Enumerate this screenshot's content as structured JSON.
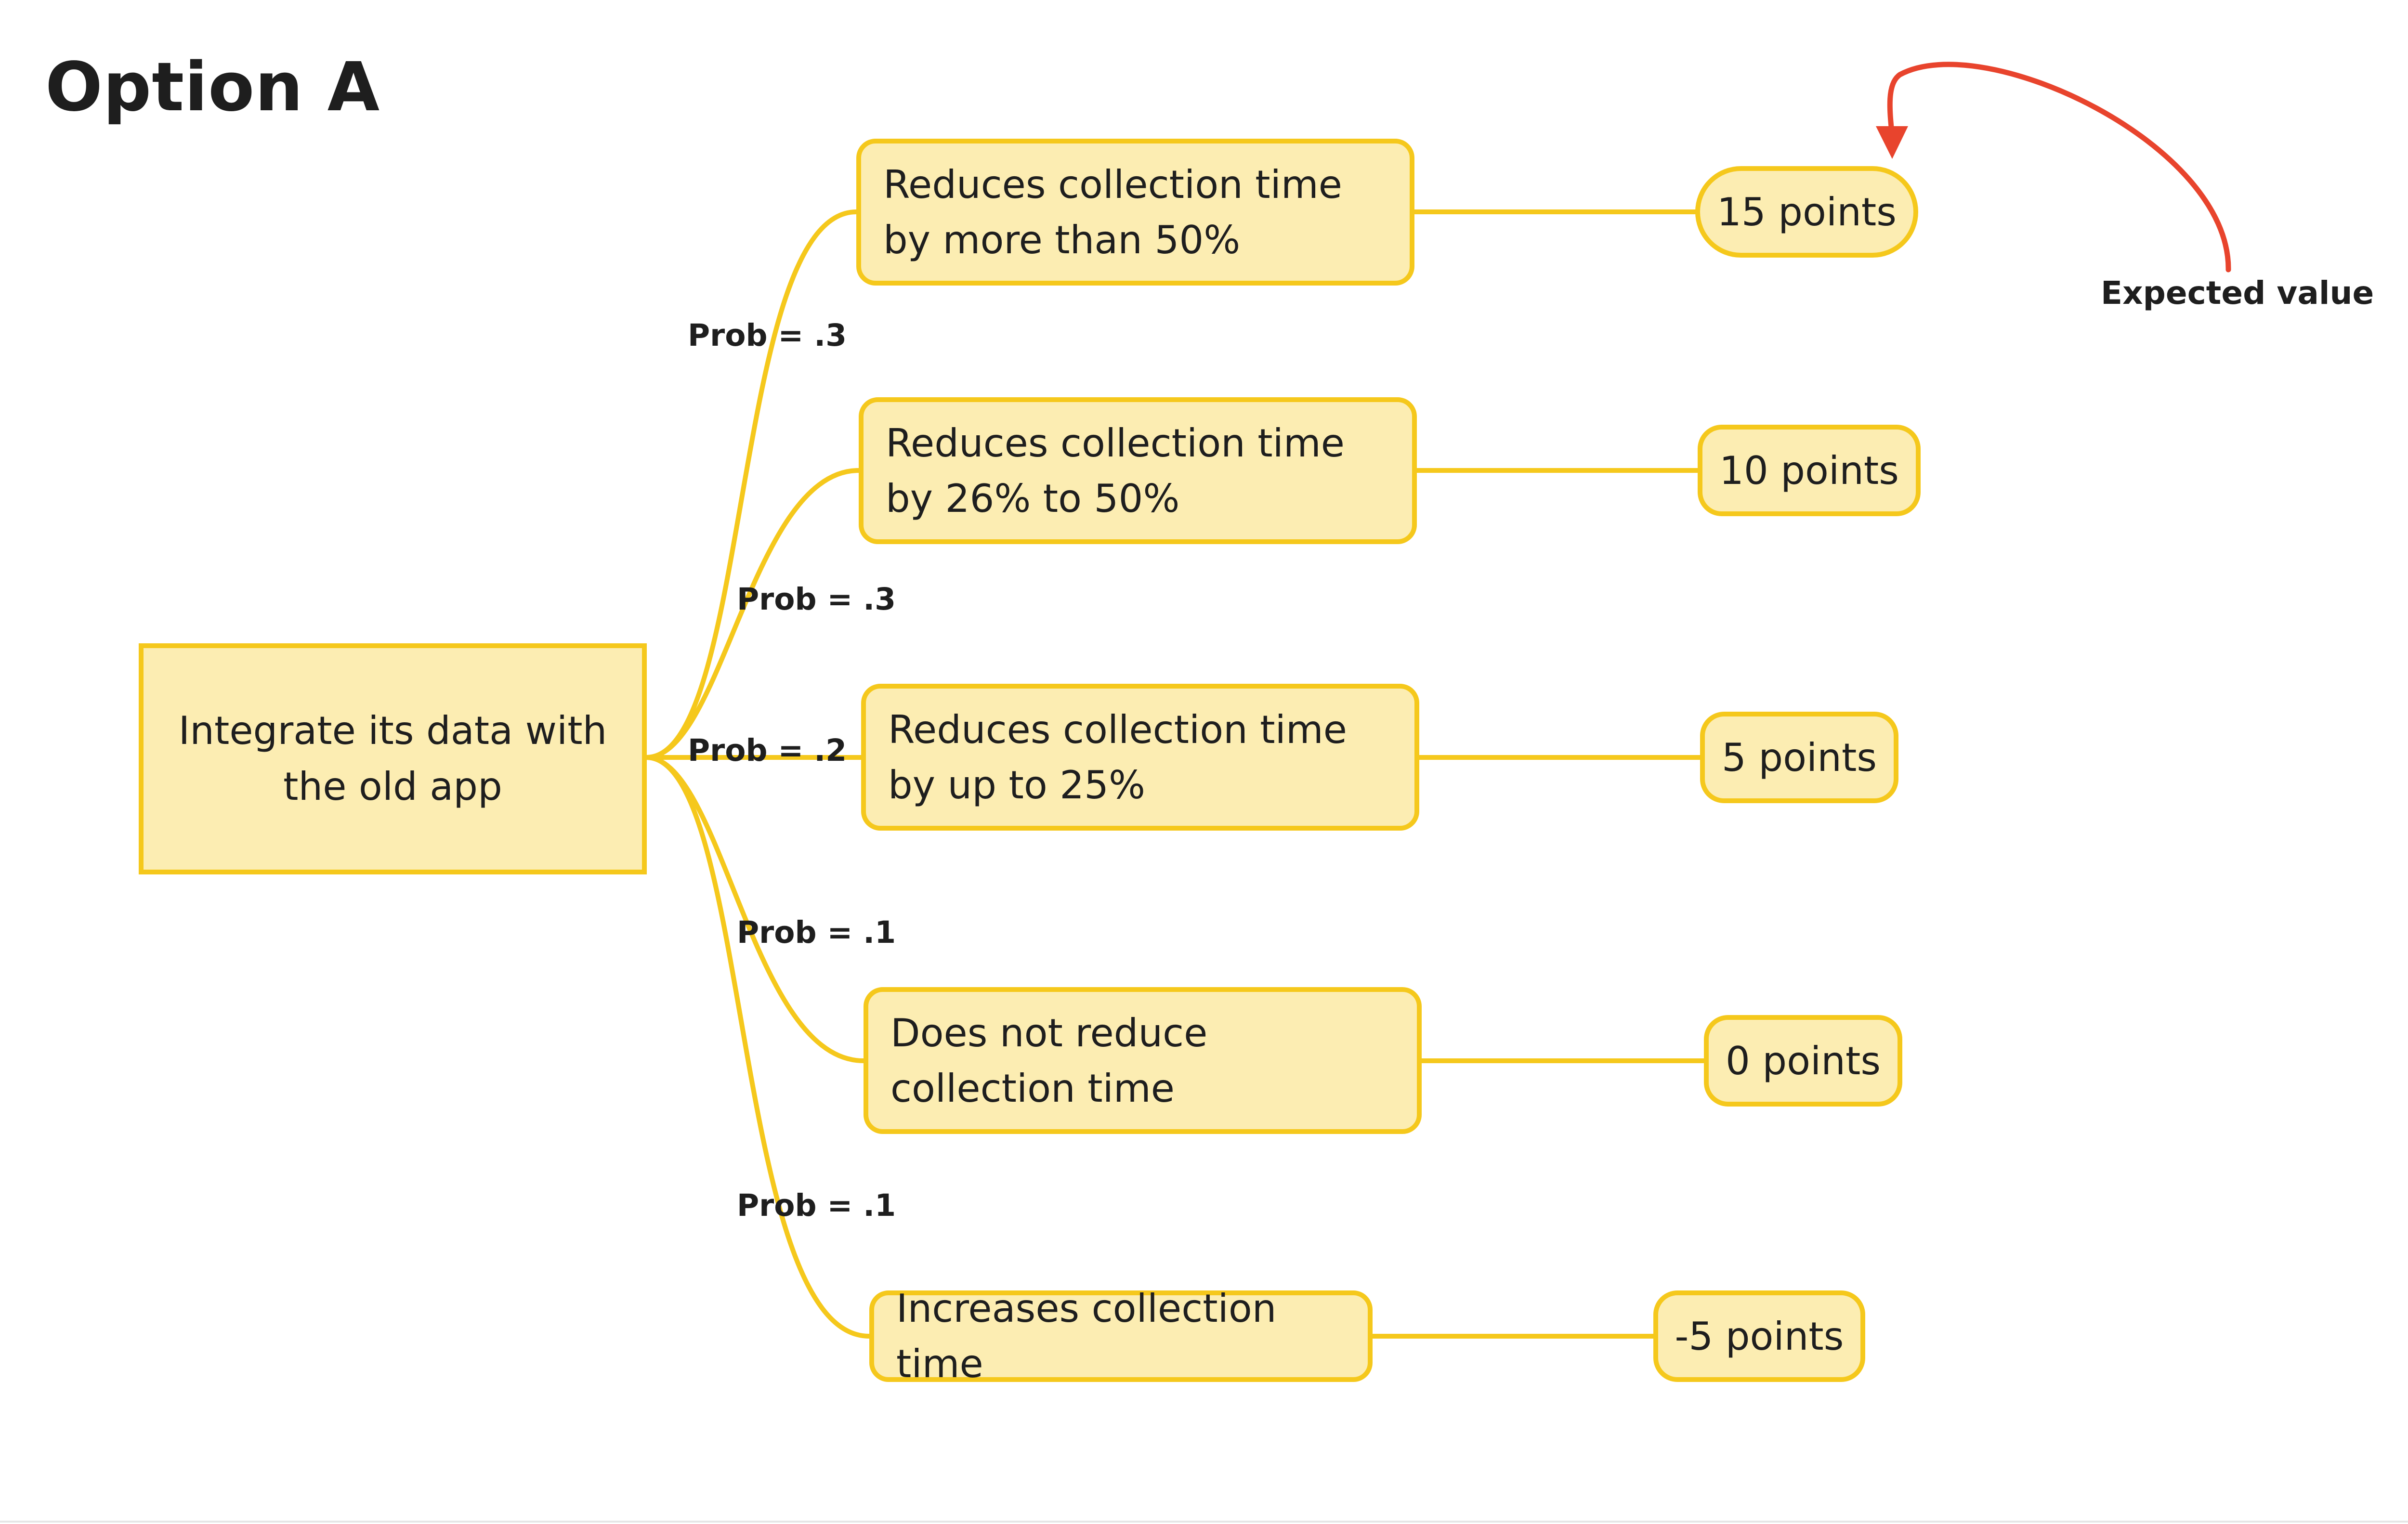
{
  "title": "Option A",
  "root": {
    "label": "Integrate its data with the old app"
  },
  "branches": [
    {
      "prob": "Prob = .3",
      "outcome": "Reduces collection time by more than 50%",
      "value": "15 points"
    },
    {
      "prob": "Prob = .3",
      "outcome": "Reduces collection time by 26% to 50%",
      "value": "10 points"
    },
    {
      "prob": "Prob = .2",
      "outcome": "Reduces collection time by up to 25%",
      "value": "5 points"
    },
    {
      "prob": "Prob = .1",
      "outcome": "Does not reduce collection time",
      "value": "0 points"
    },
    {
      "prob": "Prob = .1",
      "outcome": "Increases collection time",
      "value": "-5 points"
    }
  ],
  "annotation": {
    "label": "Expected value",
    "points_to": "15 points"
  },
  "colors": {
    "node_fill": "#fcedb2",
    "node_stroke": "#f5c81c",
    "arrow": "#e8442d",
    "text": "#1e1e1e"
  }
}
